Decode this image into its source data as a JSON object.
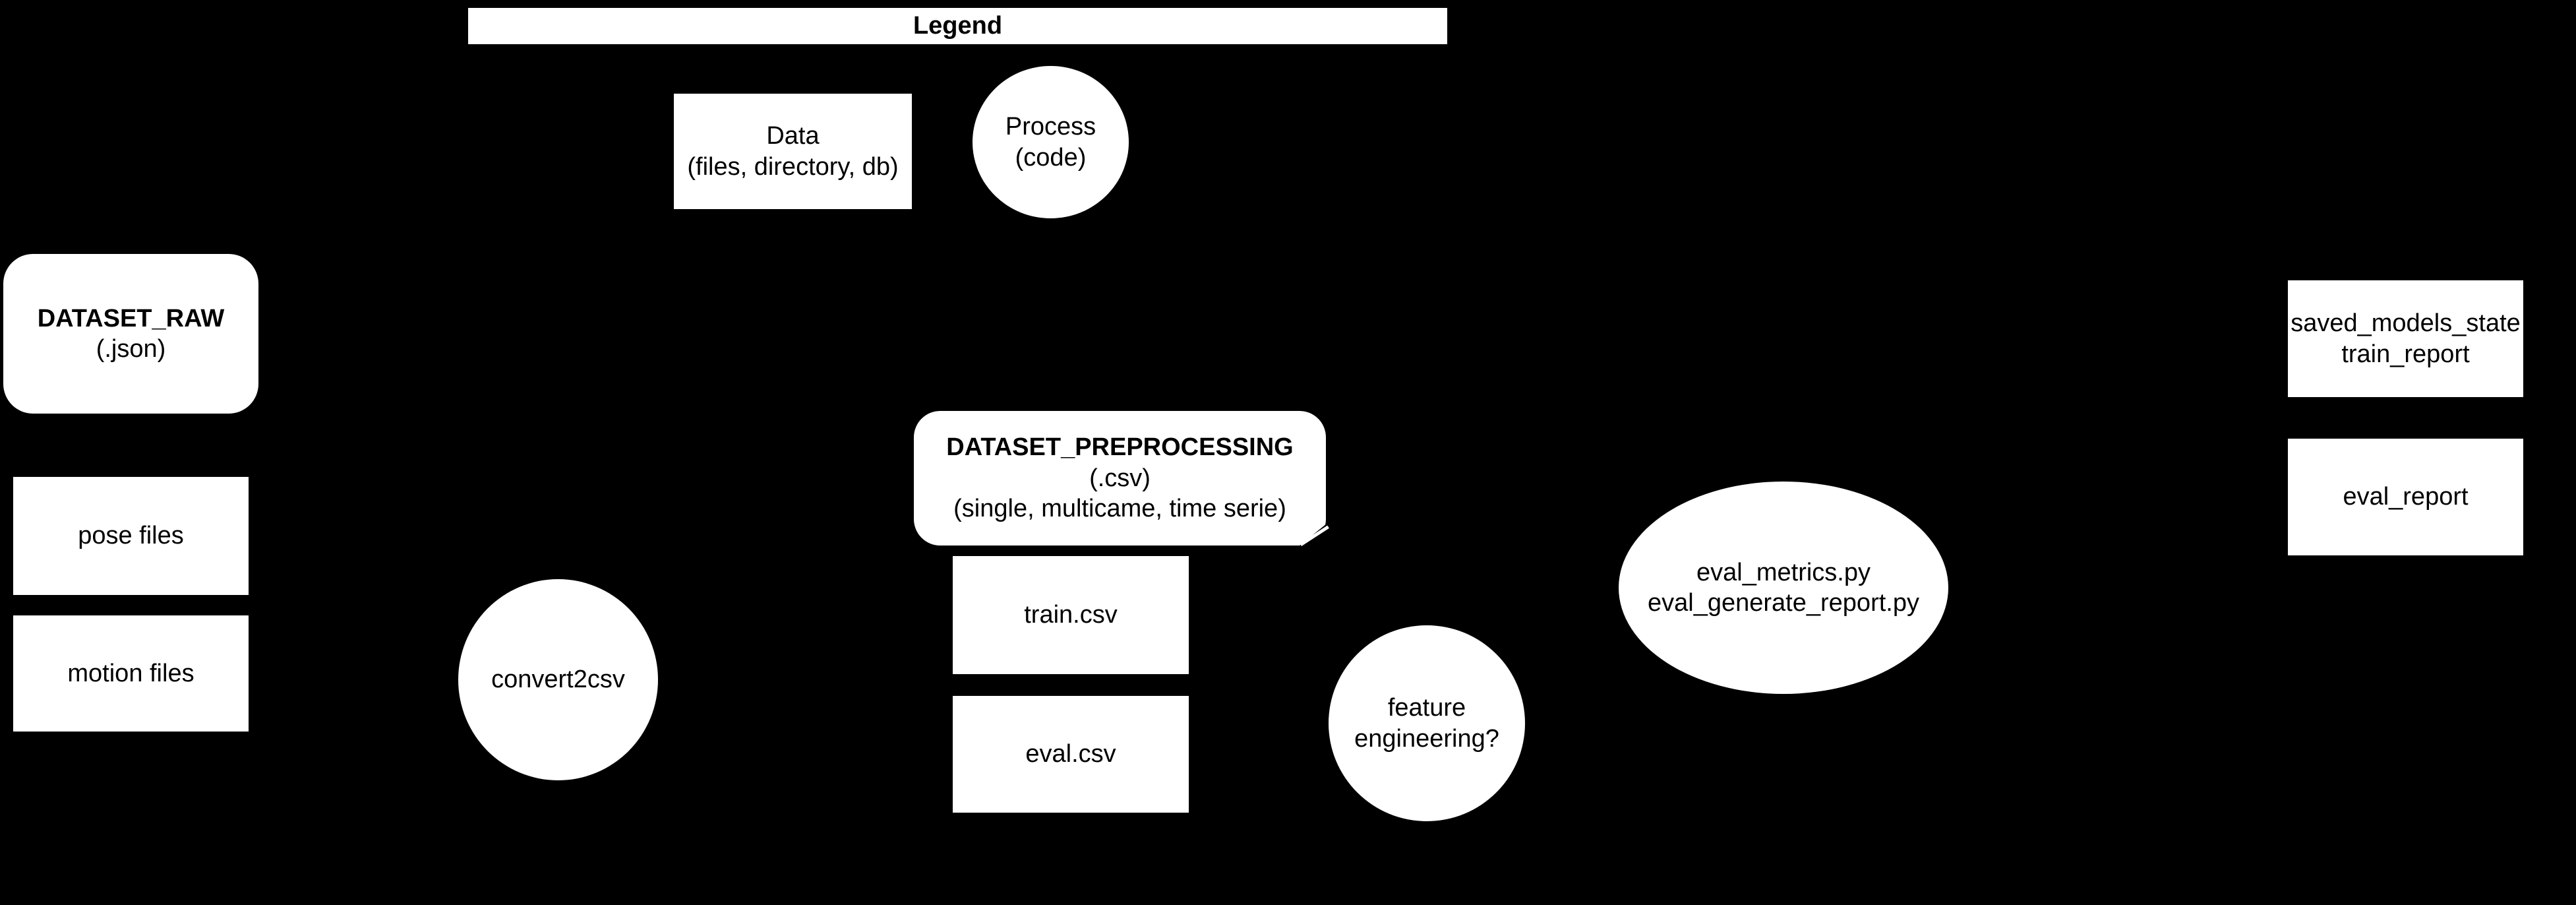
{
  "theme": {
    "background": "#000000",
    "shape_fill": "#ffffff",
    "shape_text": "#000000"
  },
  "legend": {
    "title": "Legend"
  },
  "nodes": {
    "data_example": {
      "line1": "Data",
      "line2": "(files, directory, db)"
    },
    "process_example": {
      "line1": "Process",
      "line2": "(code)"
    },
    "dataset_raw": {
      "line1": "DATASET_RAW",
      "line2": "(.json)"
    },
    "pose_files": {
      "line1": "pose files"
    },
    "motion_files": {
      "line1": "motion files"
    },
    "convert2csv": {
      "line1": "convert2csv"
    },
    "dataset_preprocessing": {
      "line1": "DATASET_PREPROCESSING",
      "line2": "(.csv)",
      "line3": "(single, multicame, time serie)"
    },
    "train_csv": {
      "line1": "train.csv"
    },
    "eval_csv": {
      "line1": "eval.csv"
    },
    "feature_engineering": {
      "line1": "feature",
      "line2": "engineering?"
    },
    "eval_scripts": {
      "line1": "eval_metrics.py",
      "line2": "eval_generate_report.py"
    },
    "saved_models_state": {
      "line1": "saved_models_state",
      "line2": "train_report"
    },
    "eval_report": {
      "line1": "eval_report"
    }
  }
}
